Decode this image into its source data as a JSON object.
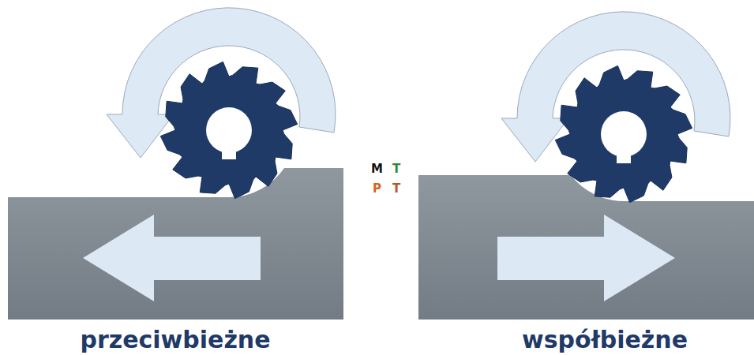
{
  "diagram": {
    "labels": [
      "przeciwbieżne",
      "współbieżne",
      "M",
      "T",
      "P",
      "T"
    ]
  }
}
